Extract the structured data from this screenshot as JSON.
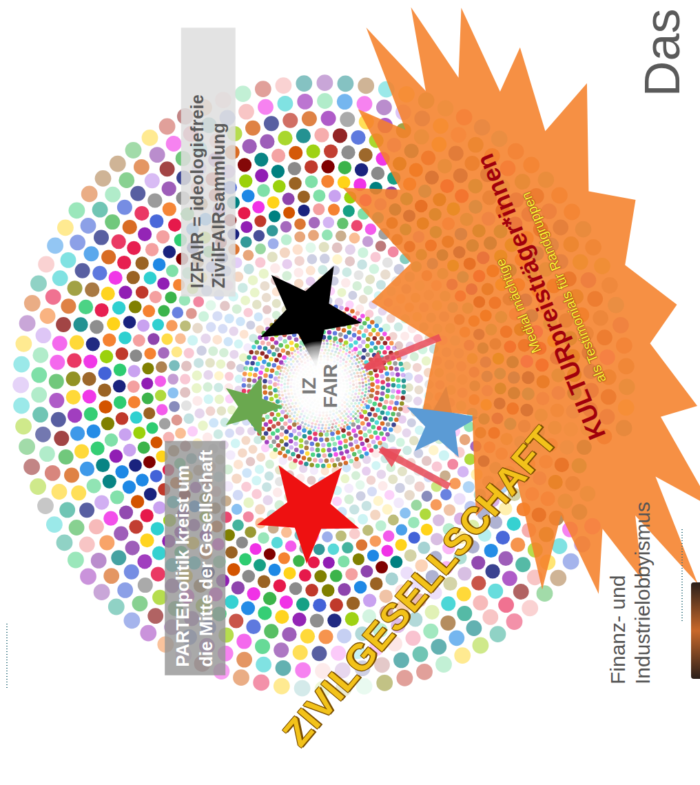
{
  "diagram": {
    "title": "Das",
    "nodes": [
      {
        "text": [
          "IZFAIR = ideologiefreie ZivilFAIRsammlung"
        ]
      },
      {
        "text": [
          "IZ FAIR"
        ]
      },
      {
        "text": [
          "PARTEIpolitik kreist um die Mitte der Gesellschaft"
        ]
      },
      {
        "text": [
          "Medial mächtige",
          "KULTURpreisträger*innen",
          "als Testimonials für Randgruppen"
        ]
      }
    ],
    "edges": [
      {
        "from": 3,
        "to": 1,
        "arrow": "to"
      }
    ],
    "labels": [
      "ZIVILGESELLSCHAFT",
      "Finanz- und Industrielobbyismus"
    ]
  }
}
